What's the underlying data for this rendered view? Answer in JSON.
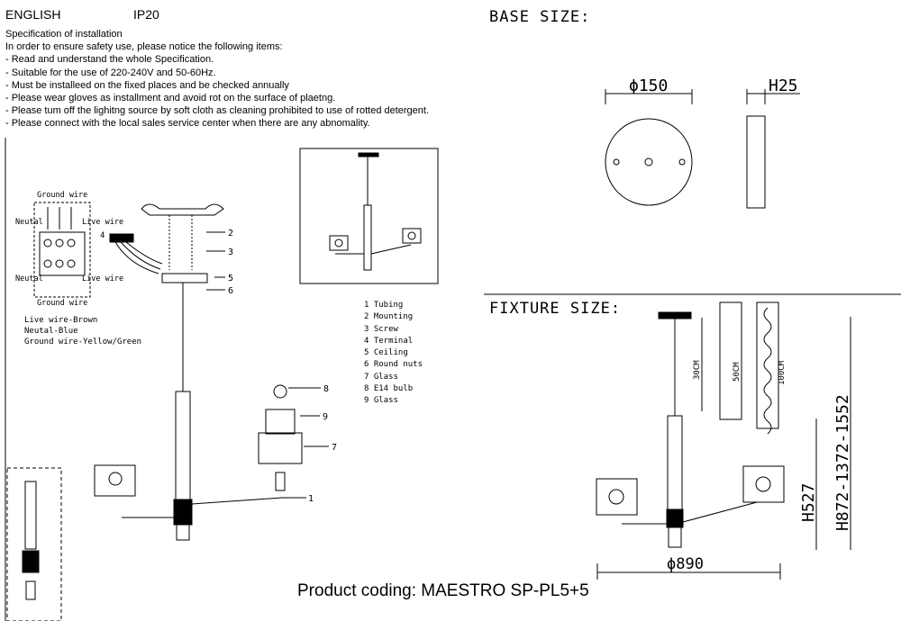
{
  "header": {
    "language": "ENGLISH",
    "ip_rating": "IP20"
  },
  "spec": {
    "title": "Specification of installation",
    "intro": "In order to ensure safety use, please notice the following items:",
    "items": [
      "- Read and understand the whole Specification.",
      "- Suitable for the use of 220-240V and 50-60Hz.",
      "- Must be installeed on the fixed places and be checked annually",
      "- Please wear gloves as installment and avoid rot on the surface of plaetng.",
      "- Please tum off the lighitng source by soft cloth as cleaning prohibited to use of rotted detergent.",
      "- Please connect with the local sales service center when there are any abnomality."
    ]
  },
  "base_size": {
    "title": "BASE SIZE:",
    "diameter": "ϕ150",
    "height": "H25"
  },
  "fixture_size": {
    "title": "FIXTURE SIZE:",
    "width": "ϕ890",
    "body_height": "H527",
    "total_height": "H872-1372-1552",
    "tube_30": "30CM",
    "tube_50": "50CM",
    "chain_100": "100CM"
  },
  "wiring": {
    "ground_wire_top": "Ground wire",
    "ground_wire_bottom": "Ground wire",
    "neutal_top": "Neutal",
    "neutal_bottom": "Neutal",
    "live_top": "Live wire",
    "live_bottom": "Live wire",
    "terminal_callout": "4",
    "color_live": "Live wire-Brown",
    "color_neutal": "Neutal-Blue",
    "color_ground": "Ground wire-Yellow/Green"
  },
  "callouts": {
    "c1": "1",
    "c2": "2",
    "c3": "3",
    "c5": "5",
    "c6": "6",
    "c7": "7",
    "c8": "8",
    "c9": "9"
  },
  "legend": [
    "1 Tubing",
    "2 Mounting",
    "3 Screw",
    "4 Terminal",
    "5 Ceiling",
    "6 Round nuts",
    "7 Glass",
    "8 E14 bulb",
    "9 Glass"
  ],
  "footer": {
    "product_coding": "Product coding: MAESTRO SP-PL5+5"
  }
}
